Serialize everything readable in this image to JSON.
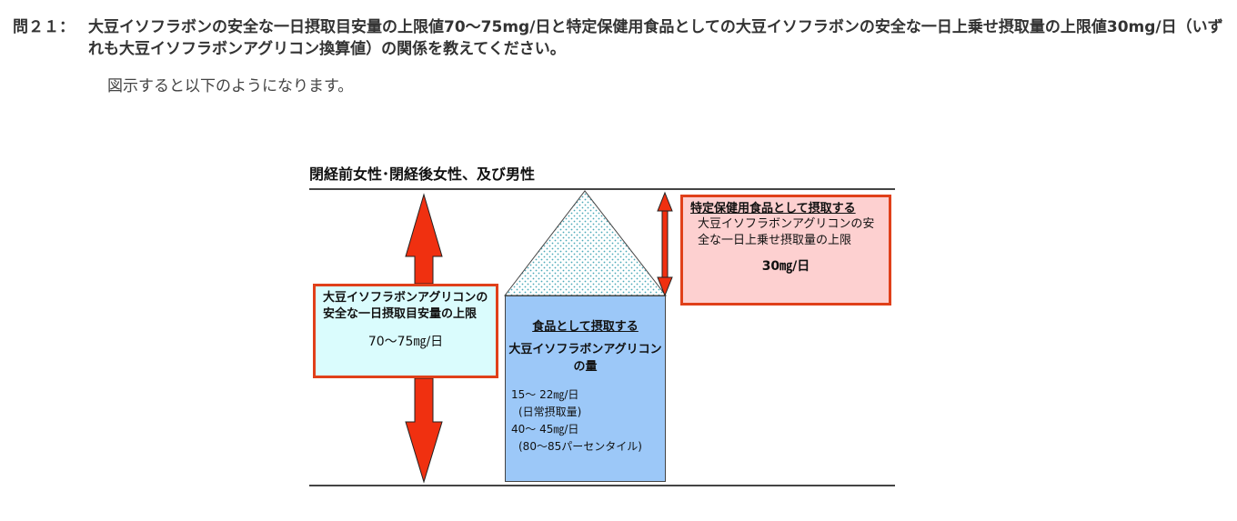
{
  "question": {
    "label": "問２１：",
    "text": "大豆イソフラボンの安全な一日摂取目安量の上限値70～75mg/日と特定保健用食品としての大豆イソフラボンの安全な一日上乗せ摂取量の上限値30mg/日（いずれも大豆イソフラボンアグリコン換算値）の関係を教えてください。"
  },
  "answer": {
    "intro": "図示すると以下のようになります。"
  },
  "diagram": {
    "title": "閉経前女性･閉経後女性、及び男性",
    "left_box": {
      "description": "大豆イソフラボンアグリコンの安全な一日摂取目安量の上限",
      "amount": "70～75㎎/日"
    },
    "center_box": {
      "heading": "食品として摂取する",
      "subheading": "大豆イソフラボンアグリコンの量",
      "value_1": "15～ 22㎎/日",
      "value_1_note": "(日常摂取量)",
      "value_2": "40～ 45㎎/日",
      "value_2_note": "(80～85パーセンタイル)"
    },
    "right_box": {
      "heading": "特定保健用食品として摂取する",
      "description": "大豆イソフラボンアグリコンの安全な一日上乗せ摂取量の上限",
      "amount": "30㎎/日"
    },
    "colors": {
      "arrow": "#f03010",
      "arrow_outline": "#222222",
      "left_box_fill": "#dafcfd",
      "right_box_fill": "#fdd0d0",
      "box_border": "#e0401a",
      "center_box_fill": "#9cc8f8",
      "dotted_triangle_dots": "#4aa8b8"
    }
  }
}
